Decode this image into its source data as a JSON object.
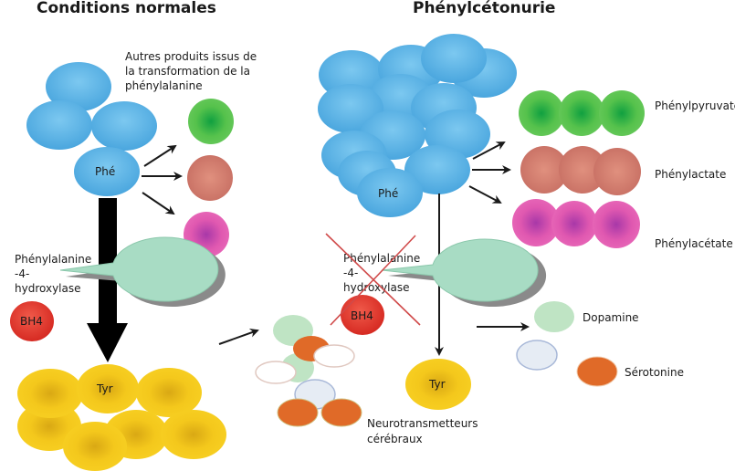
{
  "titles": {
    "left": "Conditions normales",
    "right": "Phénylcétonurie"
  },
  "left": {
    "other_products_label": [
      "Autres produits issus de",
      "la transformation de la",
      "phénylalanine"
    ],
    "phe_label": "Phé",
    "enzyme_label": [
      "Phénylalanine",
      "-4-",
      "hydroxylase"
    ],
    "cofactor_label": "BH4",
    "tyr_label": "Tyr",
    "enzyme_active": true
  },
  "right": {
    "phe_label": "Phé",
    "enzyme_label": [
      "Phénylalanine",
      "-4-",
      "hydroxylase"
    ],
    "cofactor_label": "BH4",
    "enzyme_blocked": true,
    "tyr_label": "Tyr",
    "products": [
      {
        "name": "Phénylpyruvate",
        "color": "#5cc84a"
      },
      {
        "name": "Phénylactate",
        "color": "#d07a6c"
      },
      {
        "name": "Phénylacétate",
        "color": "#e060b0"
      }
    ],
    "neurotransmitters": [
      {
        "name": "Dopamine",
        "color": "#bfe4c4"
      },
      {
        "name": "Sérotonine",
        "color": "#e06a28"
      }
    ]
  },
  "center": {
    "neurotransmitters_label": [
      "Neurotransmetteurs",
      "cérébraux"
    ]
  },
  "colors": {
    "phe_blue": "#5ab4e8",
    "tyr_yellow": "#f5c71a",
    "enzyme_green": "#a8dcc4",
    "bh4_red": "#e03a30",
    "cross_red": "#d04a4a"
  }
}
